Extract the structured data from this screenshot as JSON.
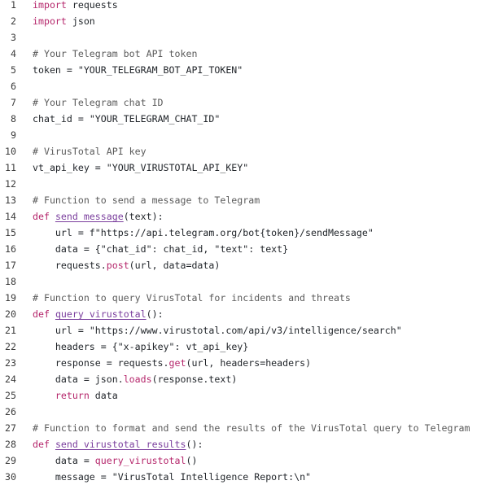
{
  "editor": {
    "lines": [
      {
        "n": "1",
        "tokens": [
          {
            "t": "import",
            "c": "kw"
          },
          {
            "t": " requests",
            "c": ""
          }
        ]
      },
      {
        "n": "2",
        "tokens": [
          {
            "t": "import",
            "c": "kw"
          },
          {
            "t": " json",
            "c": ""
          }
        ]
      },
      {
        "n": "3",
        "tokens": []
      },
      {
        "n": "4",
        "tokens": [
          {
            "t": "# Your Telegram bot API token",
            "c": "cm"
          }
        ]
      },
      {
        "n": "5",
        "tokens": [
          {
            "t": "token = ",
            "c": ""
          },
          {
            "t": "\"YOUR_TELEGRAM_BOT_API_TOKEN\"",
            "c": "str"
          }
        ]
      },
      {
        "n": "6",
        "tokens": []
      },
      {
        "n": "7",
        "tokens": [
          {
            "t": "# Your Telegram chat ID",
            "c": "cm"
          }
        ]
      },
      {
        "n": "8",
        "tokens": [
          {
            "t": "chat_id = ",
            "c": ""
          },
          {
            "t": "\"YOUR_TELEGRAM_CHAT_ID\"",
            "c": "str"
          }
        ]
      },
      {
        "n": "9",
        "tokens": []
      },
      {
        "n": "10",
        "tokens": [
          {
            "t": "# VirusTotal API key",
            "c": "cm"
          }
        ]
      },
      {
        "n": "11",
        "tokens": [
          {
            "t": "vt_api_key = ",
            "c": ""
          },
          {
            "t": "\"YOUR_VIRUSTOTAL_API_KEY\"",
            "c": "str"
          }
        ]
      },
      {
        "n": "12",
        "tokens": []
      },
      {
        "n": "13",
        "tokens": [
          {
            "t": "# Function to send a message to Telegram",
            "c": "cm"
          }
        ]
      },
      {
        "n": "14",
        "tokens": [
          {
            "t": "def",
            "c": "kw"
          },
          {
            "t": " ",
            "c": ""
          },
          {
            "t": "send_message",
            "c": "fn"
          },
          {
            "t": "(text):",
            "c": ""
          }
        ]
      },
      {
        "n": "15",
        "tokens": [
          {
            "t": "    url = f",
            "c": ""
          },
          {
            "t": "\"https://api.telegram.org/bot{token}/sendMessage\"",
            "c": "str"
          }
        ]
      },
      {
        "n": "16",
        "tokens": [
          {
            "t": "    data = {",
            "c": ""
          },
          {
            "t": "\"chat_id\"",
            "c": "str"
          },
          {
            "t": ": chat_id, ",
            "c": ""
          },
          {
            "t": "\"text\"",
            "c": "str"
          },
          {
            "t": ": text}",
            "c": ""
          }
        ]
      },
      {
        "n": "17",
        "tokens": [
          {
            "t": "    requests.",
            "c": ""
          },
          {
            "t": "post",
            "c": "meth"
          },
          {
            "t": "(url, data=data)",
            "c": ""
          }
        ]
      },
      {
        "n": "18",
        "tokens": []
      },
      {
        "n": "19",
        "tokens": [
          {
            "t": "# Function to query VirusTotal for incidents and threats",
            "c": "cm"
          }
        ]
      },
      {
        "n": "20",
        "tokens": [
          {
            "t": "def",
            "c": "kw"
          },
          {
            "t": " ",
            "c": ""
          },
          {
            "t": "query_virustotal",
            "c": "fn"
          },
          {
            "t": "():",
            "c": ""
          }
        ]
      },
      {
        "n": "21",
        "tokens": [
          {
            "t": "    url = ",
            "c": ""
          },
          {
            "t": "\"https://www.virustotal.com/api/v3/intelligence/search\"",
            "c": "str"
          }
        ]
      },
      {
        "n": "22",
        "tokens": [
          {
            "t": "    headers = {",
            "c": ""
          },
          {
            "t": "\"x-apikey\"",
            "c": "str"
          },
          {
            "t": ": vt_api_key}",
            "c": ""
          }
        ]
      },
      {
        "n": "23",
        "tokens": [
          {
            "t": "    response = requests.",
            "c": ""
          },
          {
            "t": "get",
            "c": "meth"
          },
          {
            "t": "(url, headers=headers)",
            "c": ""
          }
        ]
      },
      {
        "n": "24",
        "tokens": [
          {
            "t": "    data = json.",
            "c": ""
          },
          {
            "t": "loads",
            "c": "meth"
          },
          {
            "t": "(response.text)",
            "c": ""
          }
        ]
      },
      {
        "n": "25",
        "tokens": [
          {
            "t": "    ",
            "c": ""
          },
          {
            "t": "return",
            "c": "kw"
          },
          {
            "t": " data",
            "c": ""
          }
        ]
      },
      {
        "n": "26",
        "tokens": []
      },
      {
        "n": "27",
        "tokens": [
          {
            "t": "# Function to format and send the results of the VirusTotal query to Telegram",
            "c": "cm"
          }
        ]
      },
      {
        "n": "28",
        "tokens": [
          {
            "t": "def",
            "c": "kw"
          },
          {
            "t": " ",
            "c": ""
          },
          {
            "t": "send_virustotal_results",
            "c": "fn"
          },
          {
            "t": "():",
            "c": ""
          }
        ]
      },
      {
        "n": "29",
        "tokens": [
          {
            "t": "    data = ",
            "c": ""
          },
          {
            "t": "query_virustotal",
            "c": "meth"
          },
          {
            "t": "()",
            "c": ""
          }
        ]
      },
      {
        "n": "30",
        "tokens": [
          {
            "t": "    message = ",
            "c": ""
          },
          {
            "t": "\"VirusTotal Intelligence Report:\\n\"",
            "c": "str"
          }
        ]
      }
    ]
  }
}
